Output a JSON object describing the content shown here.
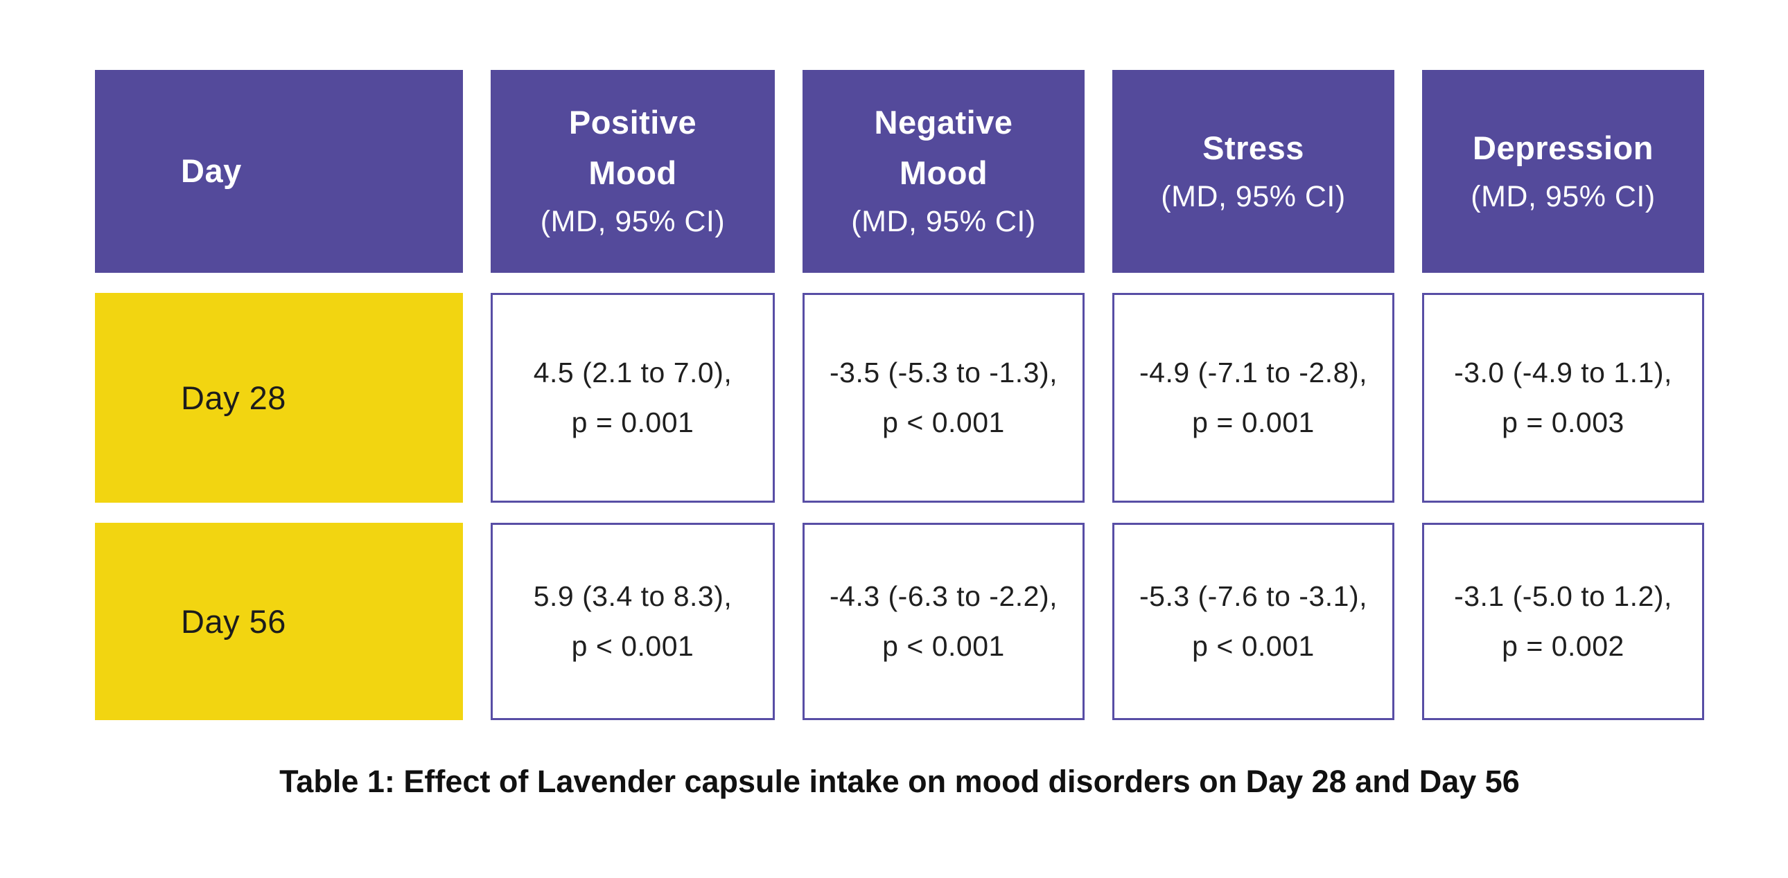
{
  "figure": {
    "caption": "Table 1: Effect of Lavender capsule intake on mood disorders on Day 28 and Day 56"
  },
  "table": {
    "headers": [
      {
        "line1": "Day"
      },
      {
        "line1": "Positive",
        "line2": "Mood",
        "subtitle": "(MD, 95% CI)"
      },
      {
        "line1": "Negative",
        "line2": "Mood",
        "subtitle": "(MD, 95% CI)"
      },
      {
        "line1": "Stress",
        "subtitle": "(MD, 95% CI)"
      },
      {
        "line1": "Depression",
        "subtitle": "(MD, 95% CI)"
      }
    ],
    "rows": [
      {
        "day": "Day 28",
        "cells": [
          {
            "value": "4.5 (2.1 to 7.0),",
            "p": "p = 0.001"
          },
          {
            "value": "-3.5 (-5.3 to -1.3),",
            "p": "p < 0.001"
          },
          {
            "value": "-4.9 (-7.1 to -2.8),",
            "p": "p = 0.001"
          },
          {
            "value": "-3.0 (-4.9 to 1.1),",
            "p": "p = 0.003"
          }
        ]
      },
      {
        "day": "Day 56",
        "cells": [
          {
            "value": "5.9 (3.4 to 8.3),",
            "p": "p < 0.001"
          },
          {
            "value": "-4.3 (-6.3 to -2.2),",
            "p": "p < 0.001"
          },
          {
            "value": "-5.3 (-7.6 to -3.1),",
            "p": "p < 0.001"
          },
          {
            "value": "-3.1 (-5.0 to 1.2),",
            "p": "p = 0.002"
          }
        ]
      }
    ]
  },
  "colors": {
    "header_bg": "#544A9B",
    "header_text": "#FFFFFF",
    "day_cell_bg": "#F2D511",
    "data_cell_border": "#584EA5",
    "body_text": "#1F1F1F",
    "background": "#FFFFFF"
  },
  "chart_data": {
    "type": "table",
    "title": "Table 1: Effect of Lavender capsule intake on mood disorders on Day 28 and Day 56",
    "columns": [
      "Day",
      "Positive Mood (MD, 95% CI)",
      "Negative Mood (MD, 95% CI)",
      "Stress (MD, 95% CI)",
      "Depression (MD, 95% CI)"
    ],
    "rows": [
      [
        "Day 28",
        "4.5 (2.1 to 7.0), p = 0.001",
        "-3.5 (-5.3 to -1.3), p < 0.001",
        "-4.9 (-7.1 to -2.8), p = 0.001",
        "-3.0 (-4.9 to 1.1), p = 0.003"
      ],
      [
        "Day 56",
        "5.9 (3.4 to 8.3), p < 0.001",
        "-4.3 (-6.3 to -2.2), p < 0.001",
        "-5.3 (-7.6 to -3.1), p < 0.001",
        "-3.1 (-5.0 to 1.2), p = 0.002"
      ]
    ]
  }
}
